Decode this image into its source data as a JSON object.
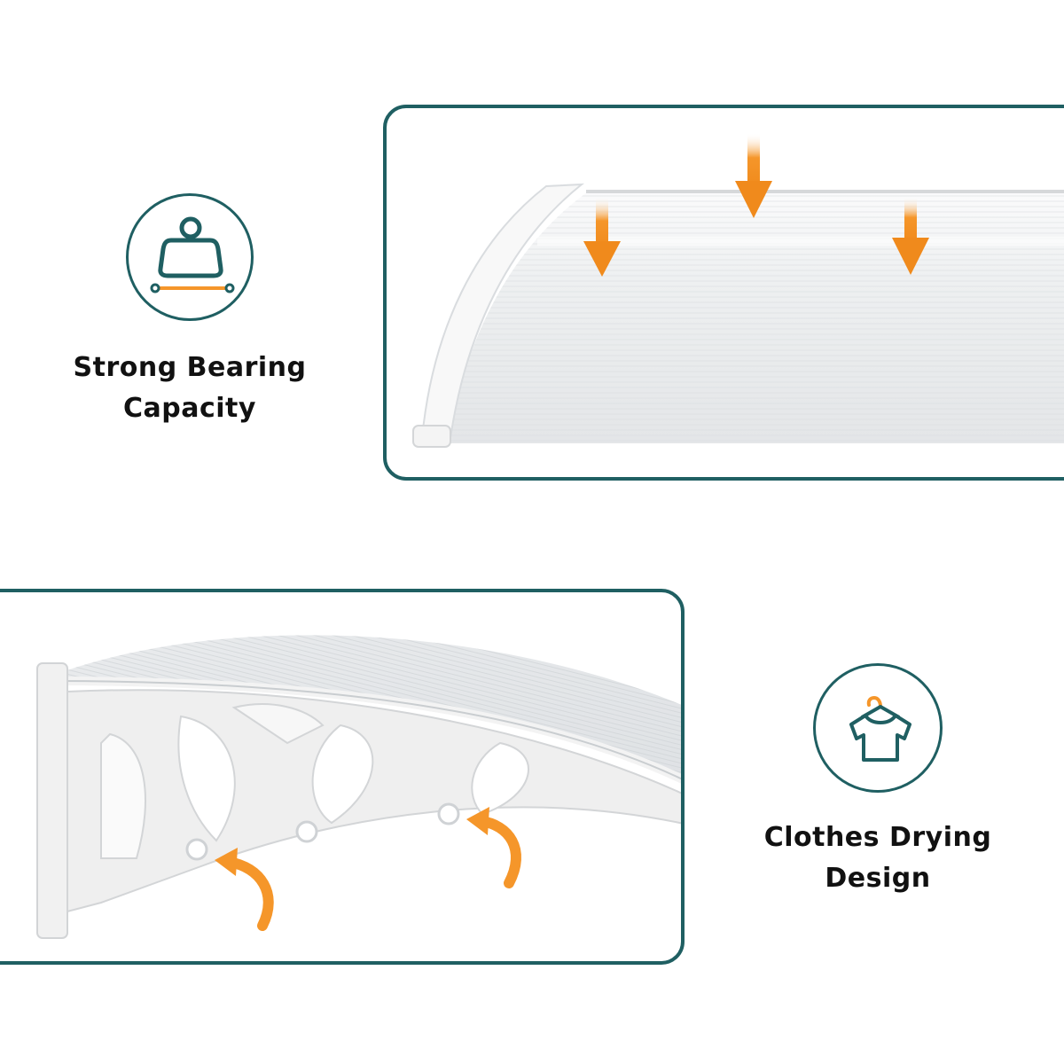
{
  "colors": {
    "accent_teal": "#1f5f62",
    "arrow_orange": "#f5962a",
    "panel_sheet": "#f2f3f4",
    "bracket_white": "#ececec"
  },
  "features": [
    {
      "icon": "weight-bearing-icon",
      "label_line1": "Strong Bearing",
      "label_line2": "Capacity"
    },
    {
      "icon": "clothes-hanger-icon",
      "label_line1": "Clothes Drying",
      "label_line2": "Design"
    }
  ],
  "product_views": [
    {
      "view": "canopy-top-close-up",
      "arrow_icon": "down-arrow-icon",
      "arrow_count": 3
    },
    {
      "view": "bracket-side-close-up",
      "arrow_icon": "curved-arrow-icon",
      "arrow_count": 2
    }
  ]
}
